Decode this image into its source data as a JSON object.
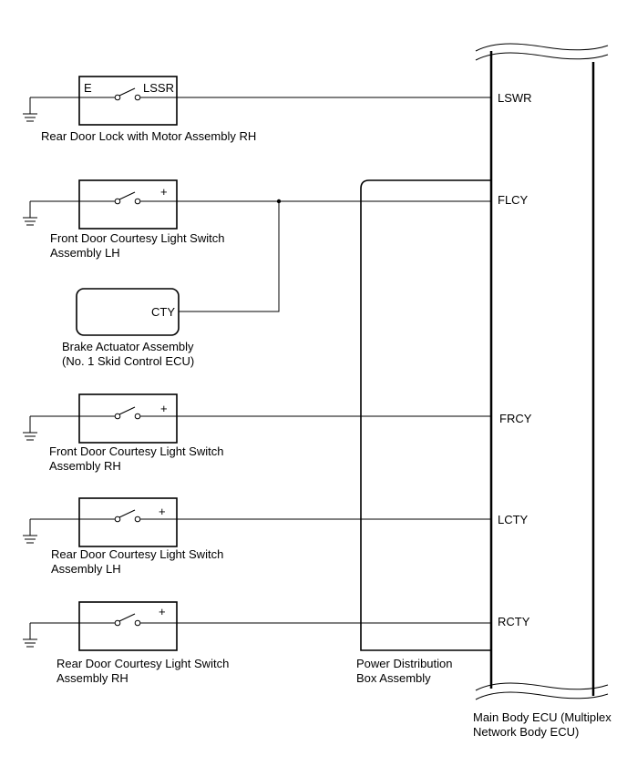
{
  "pins": {
    "lswr": "LSWR",
    "flcy": "FLCY",
    "frcy": "FRCY",
    "lcty": "LCTY",
    "rcty": "RCTY"
  },
  "components": {
    "rear_door_lock": {
      "name": "Rear Door Lock with Motor Assembly RH",
      "term_e": "E",
      "term_lssr": "LSSR"
    },
    "front_courtesy_lh": {
      "name_line1": "Front Door Courtesy Light Switch",
      "name_line2": "Assembly LH",
      "term": "+"
    },
    "brake_actuator": {
      "name_line1": "Brake Actuator Assembly",
      "name_line2": "(No. 1 Skid Control ECU)",
      "term": "CTY"
    },
    "front_courtesy_rh": {
      "name_line1": "Front Door Courtesy Light Switch",
      "name_line2": "Assembly RH",
      "term": "+"
    },
    "rear_courtesy_lh": {
      "name_line1": "Rear Door Courtesy Light Switch",
      "name_line2": "Assembly LH",
      "term": "+"
    },
    "rear_courtesy_rh": {
      "name_line1": "Rear Door Courtesy Light Switch",
      "name_line2": "Assembly RH",
      "term": "+"
    },
    "power_distribution": {
      "name_line1": "Power Distribution",
      "name_line2": "Box Assembly"
    },
    "main_body_ecu": {
      "name_line1": "Main Body ECU (Multiplex",
      "name_line2": "Network Body ECU)"
    }
  }
}
